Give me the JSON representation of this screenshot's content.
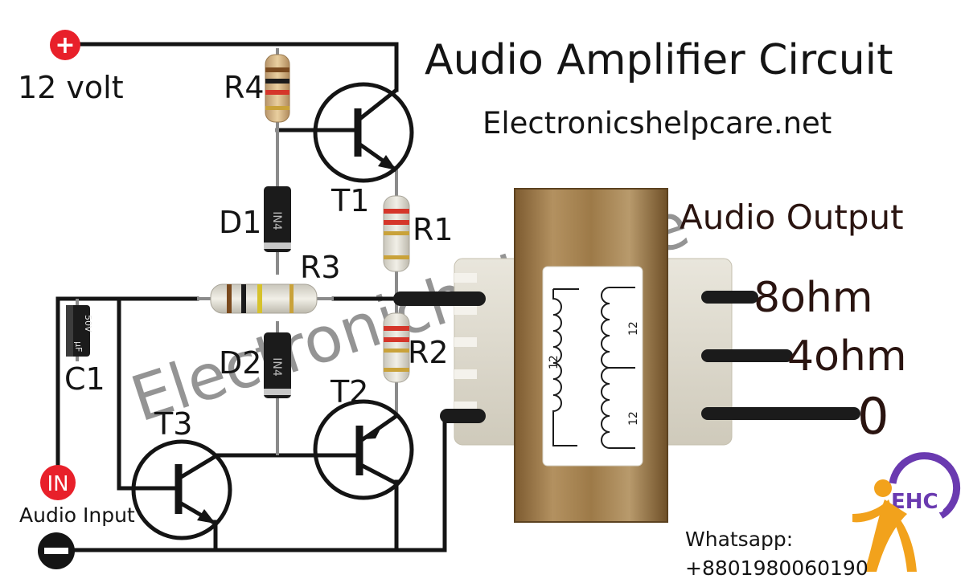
{
  "title": "Audio Amplifier Circuit",
  "website": "Electronicshelpcare.net",
  "watermark": "Electronichelpcare",
  "supply": {
    "plus_symbol": "+",
    "voltage": "12 volt"
  },
  "input": {
    "in_label": "IN",
    "audio_input": "Audio Input"
  },
  "output": {
    "heading": "Audio Output",
    "taps": [
      "8ohm",
      "4ohm",
      "0"
    ]
  },
  "components": {
    "R1": "R1",
    "R2": "R2",
    "R3": "R3",
    "R4": "R4",
    "D1": "D1",
    "D2": "D2",
    "C1": "C1",
    "T1": "T1",
    "T2": "T2",
    "T3": "T3"
  },
  "transformer": {
    "primary_turns": "12",
    "secondary_turns_top": "12",
    "secondary_turns_bottom": "12"
  },
  "capacitor_markings": {
    "value": "μF",
    "voltage": "50V"
  },
  "contact": {
    "label": "Whatsapp:",
    "number": "+8801980060190"
  },
  "logo": {
    "text": "EHC"
  },
  "colors": {
    "positive": "#e8202a",
    "wire": "#141414",
    "transformer_core": "#a07c4a",
    "resistor_body": "#e4e2d8",
    "diode_body": "#1b1b1b",
    "logo_purple": "#6a3ab0",
    "logo_orange": "#f2a21c"
  }
}
